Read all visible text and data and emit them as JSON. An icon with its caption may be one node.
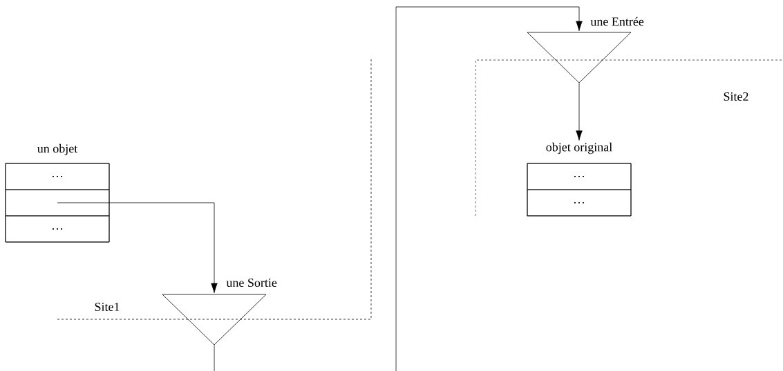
{
  "diagram": {
    "nodes": [
      {
        "text": [
          "un objet"
        ]
      },
      {
        "text": [
          "…"
        ],
        "in": 0
      },
      {
        "text": [],
        "shape": "box",
        "in": 0
      },
      {
        "text": [
          "…"
        ],
        "in": 0
      },
      {
        "text": [],
        "shape": "triangle",
        "beside": [
          "une Sortie"
        ]
      },
      {
        "text": [],
        "shape": "triangle",
        "beside": [
          "une Entrée"
        ]
      },
      {
        "text": [
          "objet original"
        ]
      },
      {
        "text": [
          "…"
        ],
        "in": 6
      },
      {
        "text": [
          "…"
        ],
        "in": 6
      }
    ],
    "edges": [
      {
        "from": 2,
        "to": 4,
        "arrow": "to"
      },
      {
        "from": 4,
        "to": null,
        "arrow": "none"
      },
      {
        "from": null,
        "to": 5,
        "arrow": "to"
      },
      {
        "from": 5,
        "to": 6,
        "arrow": "to"
      }
    ],
    "labels": [
      "Site1",
      "Site2"
    ]
  }
}
